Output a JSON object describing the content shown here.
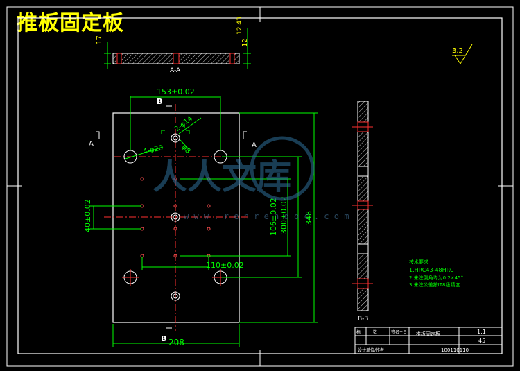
{
  "title": "推板固定板",
  "section_aa": {
    "label": "A-A",
    "dim_left": "17",
    "dim_right": "12",
    "dim_right2": "12.43"
  },
  "section_bb": {
    "label": "B-B"
  },
  "markers": {
    "a": "A",
    "b": "B"
  },
  "surface_finish": "3.2",
  "dims": {
    "top": "153±0.02",
    "r14": "2-φ14",
    "r8": "φ8",
    "r20": "4-φ20",
    "d40": "40±0.02",
    "d106": "106±0.02",
    "d300": "300±0.02",
    "d348": "348",
    "d110": "110±0.02",
    "d208": "208"
  },
  "notes": {
    "heading": "技术要求",
    "line1": "1.HRC43-48HRC",
    "line2": "2.未注倒角均为0.2×45°",
    "line3": "3.未注公差按IT8级精度"
  },
  "watermark": {
    "text": "人人文库",
    "url": "w w w . r e n r e n d o c . c o m"
  },
  "titleblock": {
    "c1": "标",
    "c2": "数",
    "c3": "签名+日",
    "c4": "推板固定板",
    "c5": "1:1",
    "c6": "45",
    "c7": "设计单位/作者",
    "c8": "100110110"
  }
}
